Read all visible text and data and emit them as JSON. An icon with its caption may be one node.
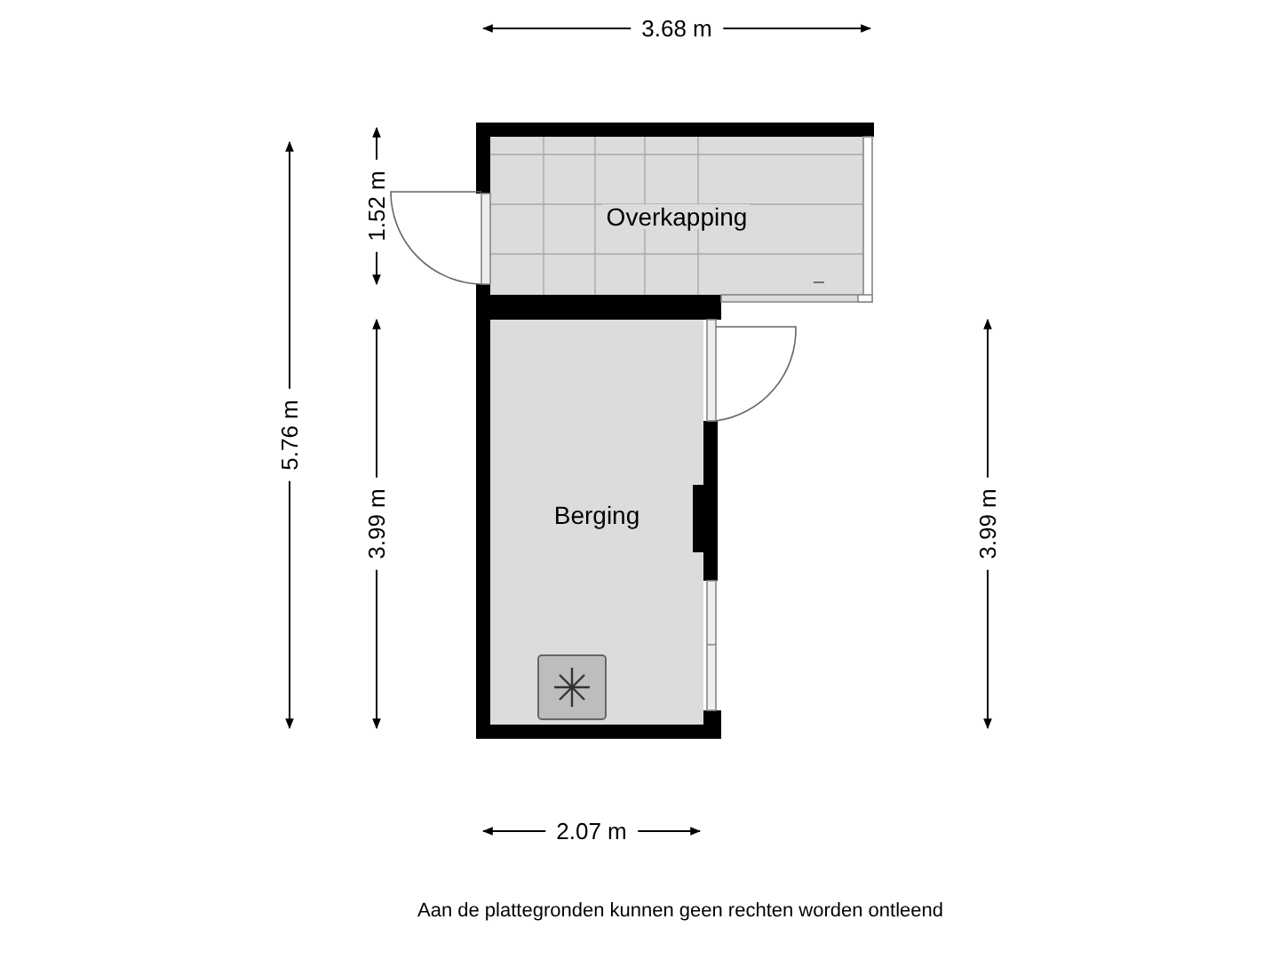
{
  "diagram": {
    "nodes": [
      {
        "text": [
          "Overkapping"
        ]
      },
      {
        "text": [
          "Berging"
        ]
      }
    ],
    "edges": [],
    "labels": [
      "3.68 m",
      "5.76 m",
      "1.52 m",
      "3.99 m",
      "3.99 m",
      "2.07 m",
      "Aan de plattegronden kunnen geen rechten worden ontleend"
    ]
  }
}
